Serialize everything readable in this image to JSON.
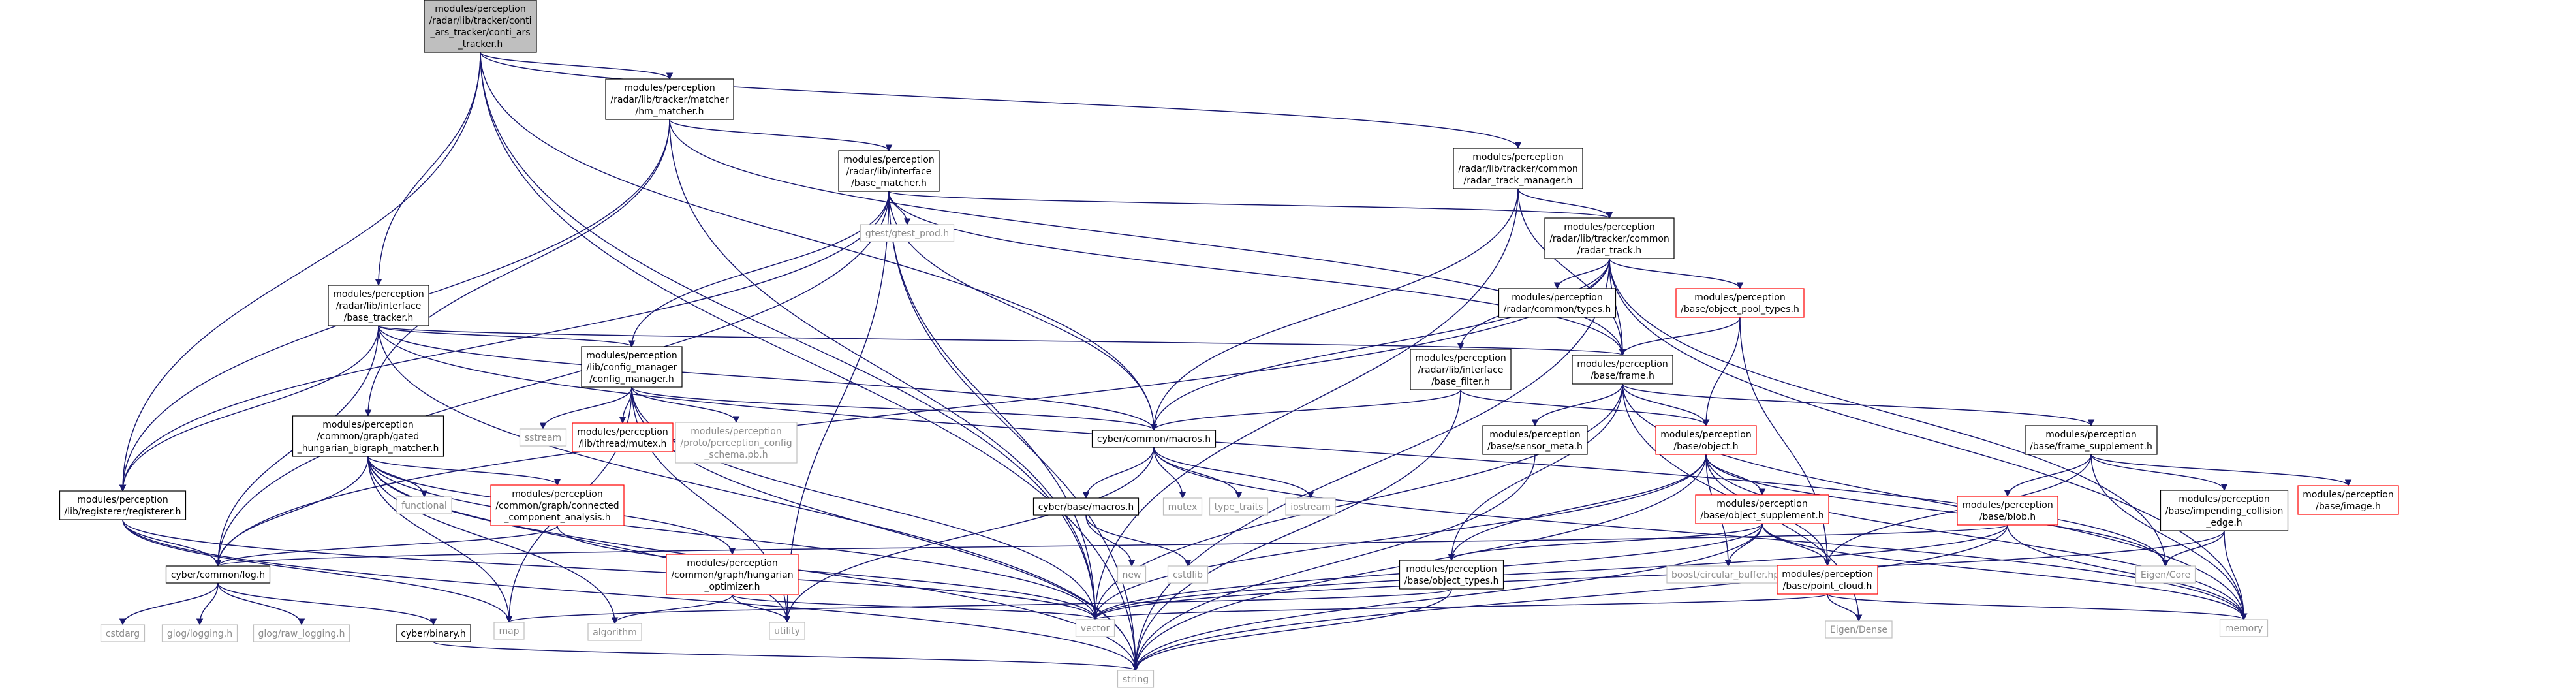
{
  "colors": {
    "edge": "#191970",
    "node_border": "#000000",
    "external_border": "#bfbfbf",
    "external_text": "#8c8c8c",
    "incomplete_border": "#ff0000",
    "root_fill": "#bfbfbf",
    "node_fill": "#ffffff"
  },
  "graph": {
    "nodes": [
      {
        "id": "root",
        "kind": "root",
        "lines": [
          "modules/perception",
          "/radar/lib/tracker/conti",
          "_ars_tracker/conti_ars",
          "_tracker.h"
        ]
      },
      {
        "id": "hm_matcher",
        "kind": "node",
        "lines": [
          "modules/perception",
          "/radar/lib/tracker/matcher",
          "/hm_matcher.h"
        ]
      },
      {
        "id": "radar_track_manager",
        "kind": "node",
        "lines": [
          "modules/perception",
          "/radar/lib/tracker/common",
          "/radar_track_manager.h"
        ]
      },
      {
        "id": "base_matcher",
        "kind": "node",
        "lines": [
          "modules/perception",
          "/radar/lib/interface",
          "/base_matcher.h"
        ]
      },
      {
        "id": "gtest_prod",
        "kind": "ext",
        "lines": [
          "gtest/gtest_prod.h"
        ]
      },
      {
        "id": "radar_track",
        "kind": "node",
        "lines": [
          "modules/perception",
          "/radar/lib/tracker/common",
          "/radar_track.h"
        ]
      },
      {
        "id": "base_tracker",
        "kind": "node",
        "lines": [
          "modules/perception",
          "/radar/lib/interface",
          "/base_tracker.h"
        ]
      },
      {
        "id": "radar_types",
        "kind": "node",
        "lines": [
          "modules/perception",
          "/radar/common/types.h"
        ]
      },
      {
        "id": "object_pool_types",
        "kind": "red",
        "lines": [
          "modules/perception",
          "/base/object_pool_types.h"
        ]
      },
      {
        "id": "config_manager",
        "kind": "node",
        "lines": [
          "modules/perception",
          "/lib/config_manager",
          "/config_manager.h"
        ]
      },
      {
        "id": "base_filter",
        "kind": "node",
        "lines": [
          "modules/perception",
          "/radar/lib/interface",
          "/base_filter.h"
        ]
      },
      {
        "id": "frame",
        "kind": "node",
        "lines": [
          "modules/perception",
          "/base/frame.h"
        ]
      },
      {
        "id": "gated_hungarian",
        "kind": "node",
        "lines": [
          "modules/perception",
          "/common/graph/gated",
          "_hungarian_bigraph_matcher.h"
        ]
      },
      {
        "id": "sstream",
        "kind": "ext",
        "lines": [
          "sstream"
        ]
      },
      {
        "id": "mutex_h",
        "kind": "red",
        "lines": [
          "modules/perception",
          "/lib/thread/mutex.h"
        ]
      },
      {
        "id": "perception_config",
        "kind": "ext",
        "lines": [
          "modules/perception",
          "/proto/perception_config",
          "_schema.pb.h"
        ]
      },
      {
        "id": "macros",
        "kind": "node",
        "lines": [
          "cyber/common/macros.h"
        ]
      },
      {
        "id": "sensor_meta",
        "kind": "node",
        "lines": [
          "modules/perception",
          "/base/sensor_meta.h"
        ]
      },
      {
        "id": "object_h",
        "kind": "red",
        "lines": [
          "modules/perception",
          "/base/object.h"
        ]
      },
      {
        "id": "frame_supplement",
        "kind": "node",
        "lines": [
          "modules/perception",
          "/base/frame_supplement.h"
        ]
      },
      {
        "id": "functional",
        "kind": "ext",
        "lines": [
          "functional"
        ]
      },
      {
        "id": "connected_component",
        "kind": "red",
        "lines": [
          "modules/perception",
          "/common/graph/connected",
          "_component_analysis.h"
        ]
      },
      {
        "id": "registerer",
        "kind": "node",
        "lines": [
          "modules/perception",
          "/lib/registerer/registerer.h"
        ]
      },
      {
        "id": "base_macros",
        "kind": "node",
        "lines": [
          "cyber/base/macros.h"
        ]
      },
      {
        "id": "mutex",
        "kind": "ext",
        "lines": [
          "mutex"
        ]
      },
      {
        "id": "type_traits",
        "kind": "ext",
        "lines": [
          "type_traits"
        ]
      },
      {
        "id": "iostream",
        "kind": "ext",
        "lines": [
          "iostream"
        ]
      },
      {
        "id": "object_supplement",
        "kind": "red",
        "lines": [
          "modules/perception",
          "/base/object_supplement.h"
        ]
      },
      {
        "id": "blob",
        "kind": "red",
        "lines": [
          "modules/perception",
          "/base/blob.h"
        ]
      },
      {
        "id": "impending_collision",
        "kind": "node",
        "lines": [
          "modules/perception",
          "/base/impending_collision",
          "_edge.h"
        ]
      },
      {
        "id": "image_h",
        "kind": "red",
        "lines": [
          "modules/perception",
          "/base/image.h"
        ]
      },
      {
        "id": "hungarian_optimizer",
        "kind": "red",
        "lines": [
          "modules/perception",
          "/common/graph/hungarian",
          "_optimizer.h"
        ]
      },
      {
        "id": "new",
        "kind": "ext",
        "lines": [
          "new"
        ]
      },
      {
        "id": "cstdlib",
        "kind": "ext",
        "lines": [
          "cstdlib"
        ]
      },
      {
        "id": "base_object_types",
        "kind": "node",
        "lines": [
          "modules/perception",
          "/base/object_types.h"
        ]
      },
      {
        "id": "boost_cb",
        "kind": "ext",
        "lines": [
          "boost/circular_buffer.hpp"
        ]
      },
      {
        "id": "point_cloud",
        "kind": "red",
        "lines": [
          "modules/perception",
          "/base/point_cloud.h"
        ]
      },
      {
        "id": "eigen_core",
        "kind": "ext",
        "lines": [
          "Eigen/Core"
        ]
      },
      {
        "id": "log",
        "kind": "node",
        "lines": [
          "cyber/common/log.h"
        ]
      },
      {
        "id": "cstdarg",
        "kind": "ext",
        "lines": [
          "cstdarg"
        ]
      },
      {
        "id": "glog_logging",
        "kind": "ext",
        "lines": [
          "glog/logging.h"
        ]
      },
      {
        "id": "glog_raw_logging",
        "kind": "ext",
        "lines": [
          "glog/raw_logging.h"
        ]
      },
      {
        "id": "binary",
        "kind": "node",
        "lines": [
          "cyber/binary.h"
        ]
      },
      {
        "id": "map",
        "kind": "ext",
        "lines": [
          "map"
        ]
      },
      {
        "id": "algorithm",
        "kind": "ext",
        "lines": [
          "algorithm"
        ]
      },
      {
        "id": "utility",
        "kind": "ext",
        "lines": [
          "utility"
        ]
      },
      {
        "id": "vector",
        "kind": "ext",
        "lines": [
          "vector"
        ]
      },
      {
        "id": "eigen_dense",
        "kind": "ext",
        "lines": [
          "Eigen/Dense"
        ]
      },
      {
        "id": "memory",
        "kind": "ext",
        "lines": [
          "memory"
        ]
      },
      {
        "id": "string",
        "kind": "ext",
        "lines": [
          "string"
        ]
      }
    ],
    "edges": [
      [
        "root",
        "hm_matcher"
      ],
      [
        "root",
        "radar_track_manager"
      ],
      [
        "root",
        "base_tracker"
      ],
      [
        "root",
        "macros"
      ],
      [
        "root",
        "vector"
      ],
      [
        "root",
        "string"
      ],
      [
        "root",
        "registerer"
      ],
      [
        "hm_matcher",
        "base_matcher"
      ],
      [
        "hm_matcher",
        "gated_hungarian"
      ],
      [
        "hm_matcher",
        "frame"
      ],
      [
        "hm_matcher",
        "registerer"
      ],
      [
        "hm_matcher",
        "vector"
      ],
      [
        "radar_track_manager",
        "radar_track"
      ],
      [
        "radar_track_manager",
        "frame"
      ],
      [
        "radar_track_manager",
        "macros"
      ],
      [
        "radar_track_manager",
        "vector"
      ],
      [
        "base_matcher",
        "gtest_prod"
      ],
      [
        "base_matcher",
        "radar_track"
      ],
      [
        "base_matcher",
        "config_manager"
      ],
      [
        "base_matcher",
        "frame"
      ],
      [
        "base_matcher",
        "macros"
      ],
      [
        "base_matcher",
        "registerer"
      ],
      [
        "base_matcher",
        "vector"
      ],
      [
        "base_matcher",
        "string"
      ],
      [
        "base_matcher",
        "utility"
      ],
      [
        "base_matcher",
        "log"
      ],
      [
        "radar_track",
        "radar_types"
      ],
      [
        "radar_track",
        "object_pool_types"
      ],
      [
        "radar_track",
        "frame"
      ],
      [
        "radar_track",
        "base_filter"
      ],
      [
        "radar_track",
        "macros"
      ],
      [
        "radar_track",
        "log"
      ],
      [
        "radar_track",
        "memory"
      ],
      [
        "radar_track",
        "string"
      ],
      [
        "radar_track",
        "eigen_core"
      ],
      [
        "base_tracker",
        "config_manager"
      ],
      [
        "base_tracker",
        "frame"
      ],
      [
        "base_tracker",
        "macros"
      ],
      [
        "base_tracker",
        "registerer"
      ],
      [
        "base_tracker",
        "log"
      ],
      [
        "base_tracker",
        "string"
      ],
      [
        "base_tracker",
        "eigen_core"
      ],
      [
        "object_pool_types",
        "frame"
      ],
      [
        "object_pool_types",
        "object_h"
      ],
      [
        "object_pool_types",
        "point_cloud"
      ],
      [
        "config_manager",
        "sstream"
      ],
      [
        "config_manager",
        "mutex_h"
      ],
      [
        "config_manager",
        "perception_config"
      ],
      [
        "config_manager",
        "macros"
      ],
      [
        "config_manager",
        "map"
      ],
      [
        "config_manager",
        "string"
      ],
      [
        "config_manager",
        "vector"
      ],
      [
        "config_manager",
        "utility"
      ],
      [
        "base_filter",
        "macros"
      ],
      [
        "base_filter",
        "object_h"
      ],
      [
        "base_filter",
        "string"
      ],
      [
        "frame",
        "sensor_meta"
      ],
      [
        "frame",
        "object_h"
      ],
      [
        "frame",
        "frame_supplement"
      ],
      [
        "frame",
        "base_object_types"
      ],
      [
        "frame",
        "vector"
      ],
      [
        "frame",
        "memory"
      ],
      [
        "frame",
        "eigen_dense"
      ],
      [
        "gated_hungarian",
        "functional"
      ],
      [
        "gated_hungarian",
        "connected_component"
      ],
      [
        "gated_hungarian",
        "hungarian_optimizer"
      ],
      [
        "gated_hungarian",
        "log"
      ],
      [
        "gated_hungarian",
        "map"
      ],
      [
        "gated_hungarian",
        "utility"
      ],
      [
        "gated_hungarian",
        "vector"
      ],
      [
        "gated_hungarian",
        "algorithm"
      ],
      [
        "gated_hungarian",
        "string"
      ],
      [
        "macros",
        "base_macros"
      ],
      [
        "macros",
        "mutex"
      ],
      [
        "macros",
        "type_traits"
      ],
      [
        "macros",
        "iostream"
      ],
      [
        "macros",
        "utility"
      ],
      [
        "macros",
        "memory"
      ],
      [
        "sensor_meta",
        "string"
      ],
      [
        "object_h",
        "object_supplement"
      ],
      [
        "object_h",
        "base_object_types"
      ],
      [
        "object_h",
        "boost_cb"
      ],
      [
        "object_h",
        "point_cloud"
      ],
      [
        "object_h",
        "eigen_core"
      ],
      [
        "object_h",
        "memory"
      ],
      [
        "object_h",
        "vector"
      ],
      [
        "object_h",
        "string"
      ],
      [
        "frame_supplement",
        "blob"
      ],
      [
        "frame_supplement",
        "impending_collision"
      ],
      [
        "frame_supplement",
        "image_h"
      ],
      [
        "frame_supplement",
        "point_cloud"
      ],
      [
        "frame_supplement",
        "memory"
      ],
      [
        "connected_component",
        "log"
      ],
      [
        "connected_component",
        "vector"
      ],
      [
        "registerer",
        "log"
      ],
      [
        "registerer",
        "map"
      ],
      [
        "registerer",
        "string"
      ],
      [
        "registerer",
        "vector"
      ],
      [
        "base_macros",
        "new"
      ],
      [
        "base_macros",
        "cstdlib"
      ],
      [
        "object_supplement",
        "base_object_types"
      ],
      [
        "object_supplement",
        "point_cloud"
      ],
      [
        "object_supplement",
        "boost_cb"
      ],
      [
        "object_supplement",
        "memory"
      ],
      [
        "object_supplement",
        "vector"
      ],
      [
        "object_supplement",
        "string"
      ],
      [
        "blob",
        "log"
      ],
      [
        "blob",
        "memory"
      ],
      [
        "blob",
        "vector"
      ],
      [
        "blob",
        "string"
      ],
      [
        "impending_collision",
        "eigen_core"
      ],
      [
        "impending_collision",
        "memory"
      ],
      [
        "impending_collision",
        "vector"
      ],
      [
        "hungarian_optimizer",
        "algorithm"
      ],
      [
        "hungarian_optimizer",
        "utility"
      ],
      [
        "hungarian_optimizer",
        "vector"
      ],
      [
        "base_object_types",
        "map"
      ],
      [
        "base_object_types",
        "string"
      ],
      [
        "point_cloud",
        "eigen_dense"
      ],
      [
        "point_cloud",
        "memory"
      ],
      [
        "point_cloud",
        "vector"
      ],
      [
        "log",
        "cstdarg"
      ],
      [
        "log",
        "glog_logging"
      ],
      [
        "log",
        "glog_raw_logging"
      ],
      [
        "log",
        "binary"
      ],
      [
        "binary",
        "string"
      ]
    ]
  }
}
